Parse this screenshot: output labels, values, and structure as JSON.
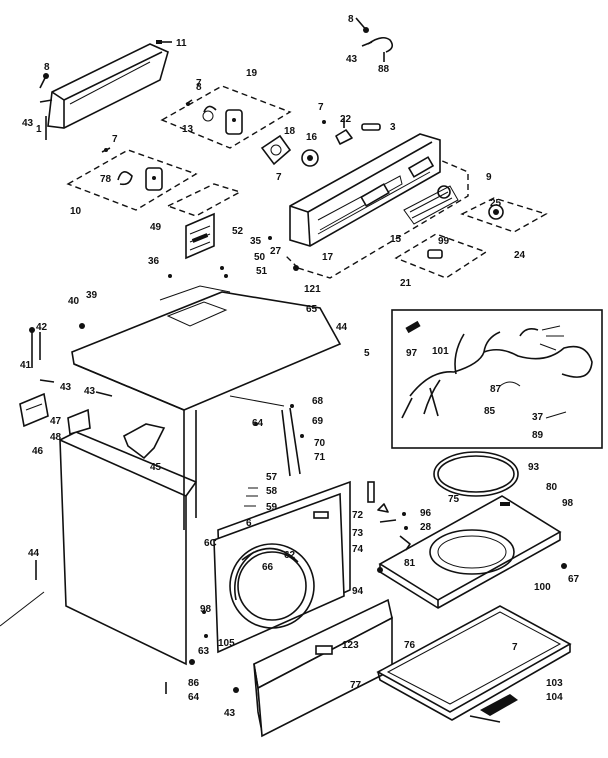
{
  "diagram": {
    "labels": [
      {
        "id": "l8a",
        "text": "8"
      },
      {
        "id": "l11",
        "text": "11"
      },
      {
        "id": "l8b",
        "text": "8"
      },
      {
        "id": "l43a",
        "text": "43"
      },
      {
        "id": "l88",
        "text": "88"
      },
      {
        "id": "l8c",
        "text": "8"
      },
      {
        "id": "l43b",
        "text": "43"
      },
      {
        "id": "l1",
        "text": "1"
      },
      {
        "id": "l7a",
        "text": "7"
      },
      {
        "id": "l19",
        "text": "19"
      },
      {
        "id": "l13",
        "text": "13"
      },
      {
        "id": "l7b",
        "text": "7"
      },
      {
        "id": "l22",
        "text": "22"
      },
      {
        "id": "l3",
        "text": "3"
      },
      {
        "id": "l18",
        "text": "18"
      },
      {
        "id": "l16",
        "text": "16"
      },
      {
        "id": "l7c",
        "text": "7"
      },
      {
        "id": "l7d",
        "text": "7"
      },
      {
        "id": "l78",
        "text": "78"
      },
      {
        "id": "l10",
        "text": "10"
      },
      {
        "id": "l49",
        "text": "49"
      },
      {
        "id": "l9",
        "text": "9"
      },
      {
        "id": "l52",
        "text": "52"
      },
      {
        "id": "l25",
        "text": "25"
      },
      {
        "id": "l35",
        "text": "35"
      },
      {
        "id": "l27",
        "text": "27"
      },
      {
        "id": "l15",
        "text": "15"
      },
      {
        "id": "l99",
        "text": "99"
      },
      {
        "id": "l24",
        "text": "24"
      },
      {
        "id": "l36",
        "text": "36"
      },
      {
        "id": "l50",
        "text": "50"
      },
      {
        "id": "l51",
        "text": "51"
      },
      {
        "id": "l17",
        "text": "17"
      },
      {
        "id": "l21",
        "text": "21"
      },
      {
        "id": "l121",
        "text": "121"
      },
      {
        "id": "l40",
        "text": "40"
      },
      {
        "id": "l39",
        "text": "39"
      },
      {
        "id": "l65",
        "text": "65"
      },
      {
        "id": "l44a",
        "text": "44"
      },
      {
        "id": "l42",
        "text": "42"
      },
      {
        "id": "l97",
        "text": "97"
      },
      {
        "id": "l101",
        "text": "101"
      },
      {
        "id": "l5",
        "text": "5"
      },
      {
        "id": "l41",
        "text": "41"
      },
      {
        "id": "l43c",
        "text": "43"
      },
      {
        "id": "l43d",
        "text": "43"
      },
      {
        "id": "l87",
        "text": "87"
      },
      {
        "id": "l85",
        "text": "85"
      },
      {
        "id": "l68",
        "text": "68"
      },
      {
        "id": "l69",
        "text": "69"
      },
      {
        "id": "l64a",
        "text": "64"
      },
      {
        "id": "l37",
        "text": "37"
      },
      {
        "id": "l89",
        "text": "89"
      },
      {
        "id": "l47",
        "text": "47"
      },
      {
        "id": "l48",
        "text": "48"
      },
      {
        "id": "l46",
        "text": "46"
      },
      {
        "id": "l45",
        "text": "45"
      },
      {
        "id": "l70",
        "text": "70"
      },
      {
        "id": "l71",
        "text": "71"
      },
      {
        "id": "l93",
        "text": "93"
      },
      {
        "id": "l57",
        "text": "57"
      },
      {
        "id": "l58",
        "text": "58"
      },
      {
        "id": "l59",
        "text": "59"
      },
      {
        "id": "l80",
        "text": "80"
      },
      {
        "id": "l98a",
        "text": "98"
      },
      {
        "id": "l75",
        "text": "75"
      },
      {
        "id": "l6",
        "text": "6"
      },
      {
        "id": "l72",
        "text": "72"
      },
      {
        "id": "l96",
        "text": "96"
      },
      {
        "id": "l28",
        "text": "28"
      },
      {
        "id": "l73",
        "text": "73"
      },
      {
        "id": "l6c",
        "text": "6C"
      },
      {
        "id": "l62",
        "text": "62"
      },
      {
        "id": "l66",
        "text": "66"
      },
      {
        "id": "l74",
        "text": "74"
      },
      {
        "id": "l81",
        "text": "81"
      },
      {
        "id": "l44b",
        "text": "44"
      },
      {
        "id": "l67",
        "text": "67"
      },
      {
        "id": "l100",
        "text": "100"
      },
      {
        "id": "l94",
        "text": "94"
      },
      {
        "id": "l98b",
        "text": "98"
      },
      {
        "id": "l105",
        "text": "105"
      },
      {
        "id": "l123",
        "text": "123"
      },
      {
        "id": "l76",
        "text": "76"
      },
      {
        "id": "l63",
        "text": "63"
      },
      {
        "id": "l7e",
        "text": "7"
      },
      {
        "id": "l103",
        "text": "103"
      },
      {
        "id": "l104",
        "text": "104"
      },
      {
        "id": "l86",
        "text": "86"
      },
      {
        "id": "l77",
        "text": "77"
      },
      {
        "id": "l64b",
        "text": "64"
      },
      {
        "id": "l43e",
        "text": "43"
      }
    ]
  }
}
